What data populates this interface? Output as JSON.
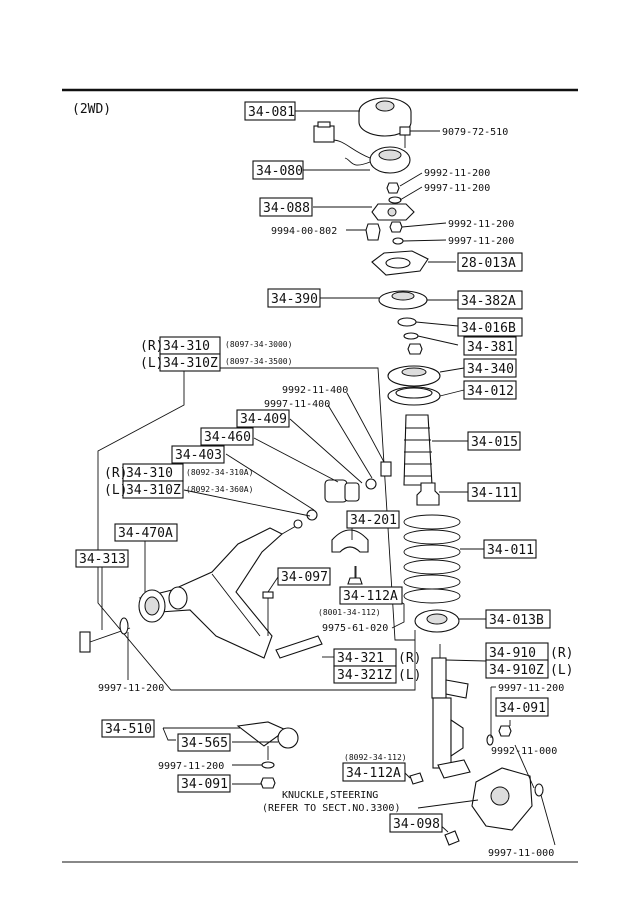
{
  "variant": "(2WD)",
  "parts": {
    "p34081": "34-081",
    "p9079": "9079-72-510",
    "p34080": "34-080",
    "p9992a": "9992-11-200",
    "p9997a": "9997-11-200",
    "p34088": "34-088",
    "p9992b": "9992-11-200",
    "p9994": "9994-00-802",
    "p9997b": "9997-11-200",
    "p28013A": "28-013A",
    "p34390": "34-390",
    "p34382A": "34-382A",
    "p34016B": "34-016B",
    "p34381": "34-381",
    "p34340": "34-340",
    "p34012": "34-012",
    "p34015": "34-015",
    "p34111": "34-111",
    "p34011": "34-011",
    "p34013B": "34-013B",
    "p34910": "34-910",
    "p34910Z": "34-910Z",
    "p9997c": "9997-11-200",
    "p34091a": "34-091",
    "p9992c": "9992-11-000",
    "p9997d": "9997-11-000",
    "p34098": "34-098",
    "p34112Ab": "34-112A",
    "code8092112": "(8092-34-112)",
    "knuckle1": "KNUCKLE,STEERING",
    "knuckle2": "(REFER TO SECT.NO.3300)",
    "p34310": "34-310",
    "p34310Z": "34-310Z",
    "code3000": "(8097-34-3000)",
    "code3500": "(8097-34-3500)",
    "p9992d": "9992-11-400",
    "p9997e": "9997-11-400",
    "p34409": "34-409",
    "p34460": "34-460",
    "p34403": "34-403",
    "p34310b": "34-310",
    "p34310Zb": "34-310Z",
    "code310A": "(8092-34-310A)",
    "code360A": "(8092-34-360A)",
    "p34201": "34-201",
    "p34470A": "34-470A",
    "p34313": "34-313",
    "p34097": "34-097",
    "p34112A": "34-112A",
    "code8001": "(8001-34-112)",
    "p9975": "9975-61-020",
    "p34321": "34-321",
    "p34321Z": "34-321Z",
    "p9997f": "9997-11-200",
    "p34510": "34-510",
    "p34565": "34-565",
    "p9997g": "9997-11-200",
    "p34091b": "34-091"
  },
  "sides": {
    "R": "(R)",
    "L": "(L)"
  }
}
